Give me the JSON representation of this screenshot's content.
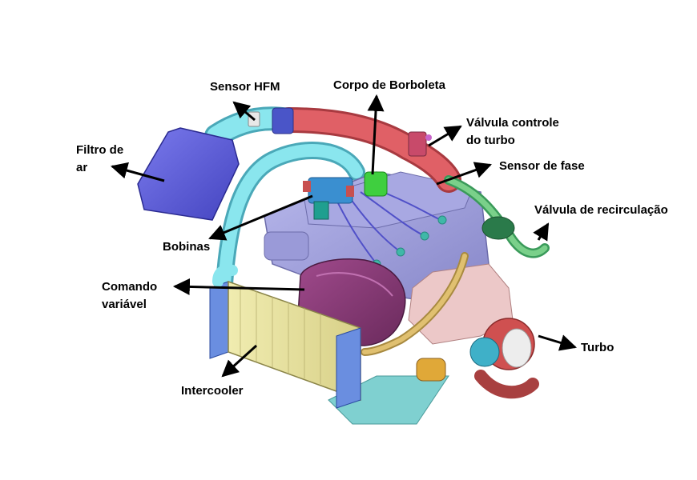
{
  "labels": {
    "sensor_hfm": "Sensor HFM",
    "corpo_borboleta": "Corpo de Borboleta",
    "valvula_controle": [
      "Válvula controle",
      "do turbo"
    ],
    "filtro_ar": [
      "Filtro de",
      "ar"
    ],
    "sensor_fase": "Sensor de fase",
    "valvula_recirculacao": "Válvula de recirculação",
    "bobinas": "Bobinas",
    "comando_variavel": [
      "Comando",
      "variável"
    ],
    "turbo": "Turbo",
    "intercooler": "Intercooler"
  },
  "colors": {
    "air_filter": "#5a5ad6",
    "intake_pipe_cyan": "#7fe0e8",
    "intake_pipe_red": "#d9545a",
    "hfm_sensor": "#4a55c8",
    "engine_body": "#9e9edc",
    "cam_cover": "#8b3a78",
    "intercooler_core": "#e8e4a0",
    "intercooler_tank": "#6a8ee0",
    "turbo_housing": "#c94a4a",
    "turbo_inlet": "#3fb0c8",
    "exhaust_manifold": "#e8c0c0",
    "coil_block": "#3a8fd0",
    "throttle_body": "#3fcf3f",
    "arrow": "#000000"
  }
}
